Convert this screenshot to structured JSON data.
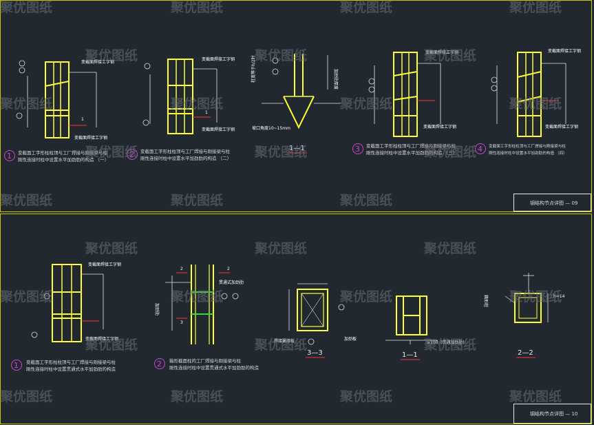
{
  "watermark": "聚优图纸",
  "colors": {
    "background": "#212830",
    "border": "#c8c800",
    "column": "#ffff33",
    "dimension": "#e6e6e6",
    "bubble": "#dddddd",
    "magenta": "#cc44cc",
    "red": "#ff3030",
    "green": "#33dd33",
    "cyan": "#33ccff"
  },
  "sheets": [
    {
      "title_block": "钢结构节点详图 — 09"
    },
    {
      "title_block": "钢结构节点详图 — 10"
    }
  ],
  "top_details": [
    {
      "num": "1",
      "caption_l1": "变截面工字形柱柱顶与工厂焊接与刚接梁与柱",
      "caption_l2": "刚性连接时柱中设置水平加劲肋的构造 （一）",
      "label_a": "变截面焊接工字钢",
      "label_b": "变截面焊接工字钢"
    },
    {
      "num": "2",
      "caption_l1": "变截面工字形柱柱顶与工厂焊接与刚接梁与柱",
      "caption_l2": "刚性连接时柱中设置水平加劲肋的构造 （二）",
      "label_a": "变截面焊接工字钢",
      "label_b": "变截面焊接工字钢"
    },
    {
      "num": "",
      "section": "1—1",
      "label_a": "柱宽等于h/2时",
      "label_b": "加劲肋厚度",
      "note": "坡口角度10~15mm"
    },
    {
      "num": "3",
      "caption_l1": "变截面工字形柱柱顶与工厂焊接与刚接梁与柱",
      "caption_l2": "刚性连接时柱中设置水平加劲肋的构造 （三）",
      "label_a": "变截面焊接工字钢",
      "label_b": "变截面焊接工字钢"
    },
    {
      "num": "4",
      "caption_l1": "变截面工字形柱柱顶与工厂焊接与刚接梁与柱",
      "caption_l2": "刚性连接时柱中设置水平加劲肋的构造 （四）",
      "label_a": "变截面焊接工字钢",
      "label_b": "变截面焊接工字钢"
    }
  ],
  "bottom_details": [
    {
      "num": "1",
      "caption_l1": "变截面工字形柱柱顶与工厂焊接与刚接梁与柱",
      "caption_l2": "刚性连接时柱中设置贯通式水平加劲肋的构造",
      "label_a": "变截面焊接工字钢",
      "label_b": "变截面焊接工字钢"
    },
    {
      "num": "2",
      "caption_l1": "箱形截面柱的工厂焊接与刚接梁与柱",
      "caption_l2": "刚性连接时柱中设置贯通式水平加劲肋的构造",
      "label_a": "加劲肋",
      "label_b": "贯通式加劲肋"
    },
    {
      "section": "3—3",
      "label_a": "焊接翼缘板",
      "label_b": "加劲板"
    },
    {
      "section": "1—1",
      "label_a": "≥100",
      "label_b": "(贯通加劲肋)"
    },
    {
      "section": "2—2",
      "label_a": "h=14",
      "label_b": "箱形柱"
    }
  ]
}
